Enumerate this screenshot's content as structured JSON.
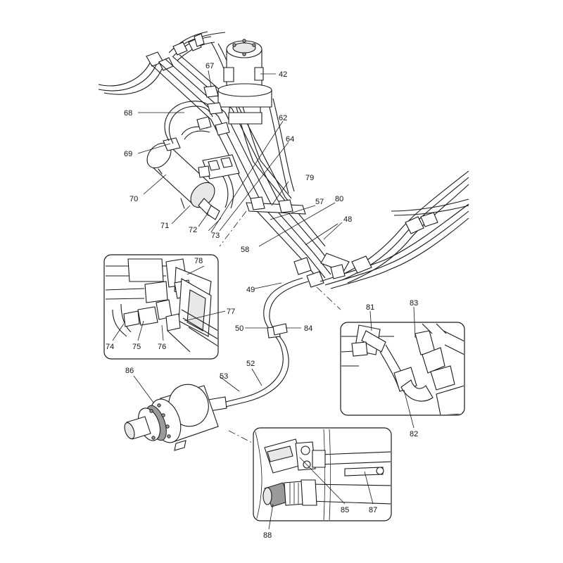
{
  "diagram": {
    "callouts": [
      {
        "id": "42",
        "text": "42"
      },
      {
        "id": "48",
        "text": "48"
      },
      {
        "id": "49",
        "text": "49"
      },
      {
        "id": "50",
        "text": "50"
      },
      {
        "id": "52",
        "text": "52"
      },
      {
        "id": "53",
        "text": "53"
      },
      {
        "id": "57",
        "text": "57"
      },
      {
        "id": "58",
        "text": "58"
      },
      {
        "id": "62",
        "text": "62"
      },
      {
        "id": "64",
        "text": "64"
      },
      {
        "id": "67",
        "text": "67"
      },
      {
        "id": "68",
        "text": "68"
      },
      {
        "id": "69",
        "text": "69"
      },
      {
        "id": "70",
        "text": "70"
      },
      {
        "id": "71",
        "text": "71"
      },
      {
        "id": "72",
        "text": "72"
      },
      {
        "id": "73",
        "text": "73"
      },
      {
        "id": "74",
        "text": "74"
      },
      {
        "id": "75",
        "text": "75"
      },
      {
        "id": "76",
        "text": "76"
      },
      {
        "id": "77",
        "text": "77"
      },
      {
        "id": "78",
        "text": "78"
      },
      {
        "id": "79",
        "text": "79"
      },
      {
        "id": "80",
        "text": "80"
      },
      {
        "id": "81",
        "text": "81"
      },
      {
        "id": "82",
        "text": "82"
      },
      {
        "id": "83",
        "text": "83"
      },
      {
        "id": "84",
        "text": "84"
      },
      {
        "id": "85",
        "text": "85"
      },
      {
        "id": "86",
        "text": "86"
      },
      {
        "id": "87",
        "text": "87"
      },
      {
        "id": "88",
        "text": "88"
      }
    ],
    "detail_views": [
      {
        "name": "detail-view-fittings-left",
        "callouts": [
          "74",
          "75",
          "76",
          "77",
          "78"
        ]
      },
      {
        "name": "detail-view-fittings-right",
        "callouts": [
          "81",
          "82",
          "83"
        ]
      },
      {
        "name": "detail-view-motor-connection",
        "callouts": [
          "85",
          "87",
          "88"
        ]
      }
    ]
  }
}
